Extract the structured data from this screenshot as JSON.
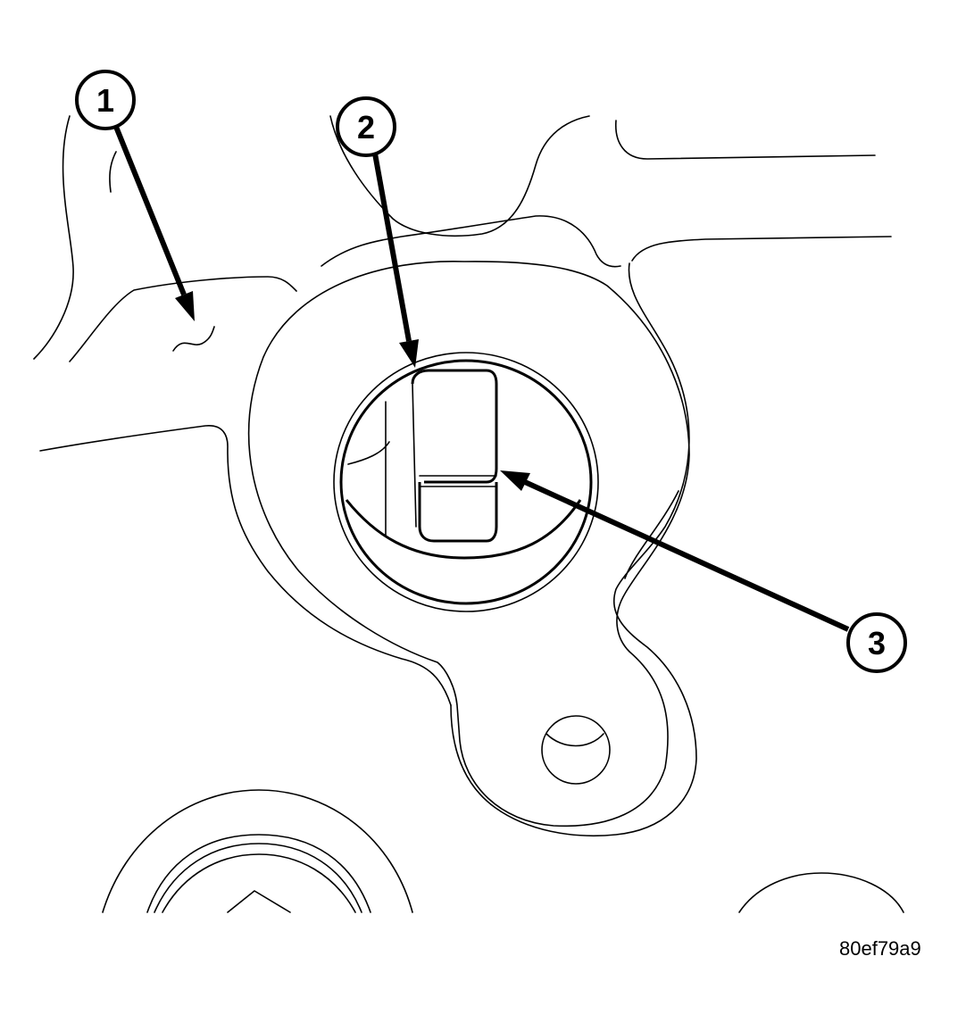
{
  "callouts": [
    {
      "label": "1"
    },
    {
      "label": "2"
    },
    {
      "label": "3"
    }
  ],
  "image_code": "80ef79a9"
}
